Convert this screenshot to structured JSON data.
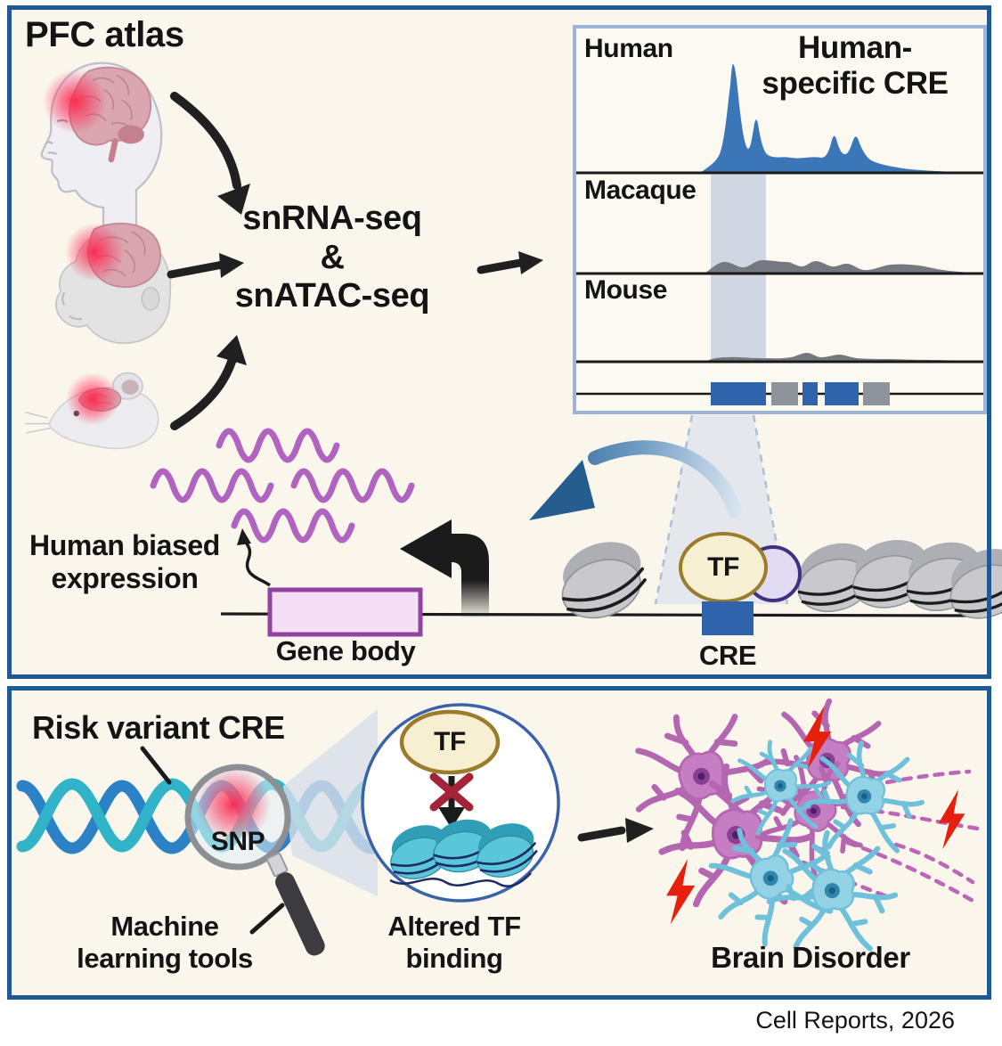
{
  "colors": {
    "panel_border": "#1d5a96",
    "panel_background": "#faf6ec",
    "browser_frame": "#9db4d6",
    "signal_blue": "#3b76b8",
    "signal_gray": "#75787e",
    "highlight_band": "#c9d3e0",
    "exon_blue": "#2f64ad",
    "exon_gray": "#8f949c",
    "rna_purple": "#b163c0",
    "gene_body_fill": "#f6dff6",
    "gene_body_border": "#9143a1",
    "tf_fill": "#f6efd2",
    "tf_border": "#9a7c2b",
    "cofactor_fill": "#e2dbf4",
    "cofactor_border": "#3f3080",
    "dna_teal": "#31b4c9",
    "dna_blue": "#2b82c6",
    "snp_glow": "#ff2d55",
    "x_mark": "#a32438",
    "lightning_red": "#e6200e",
    "neuron_purple": "#c67ec2",
    "neuron_blue": "#93d2e4"
  },
  "top_panel": {
    "title": "PFC atlas",
    "assay": {
      "line1": "snRNA-seq",
      "line2": "&",
      "line3": "snATAC-seq"
    },
    "browser": {
      "track_labels": [
        "Human",
        "Macaque",
        "Mouse"
      ],
      "annotation": {
        "line1": "Human-",
        "line2": "specific CRE"
      }
    },
    "expression_label": {
      "line1": "Human biased",
      "line2": "expression"
    },
    "gene_body_label": "Gene body",
    "tf_label": "TF",
    "cre_label": "CRE"
  },
  "bottom_panel": {
    "title": "Risk variant CRE",
    "snp_label": "SNP",
    "machine_learning_label": {
      "line1": "Machine",
      "line2": "learning tools"
    },
    "tf_label": "TF",
    "altered_binding_label": {
      "line1": "Altered TF",
      "line2": "binding"
    },
    "brain_disorder_label": "Brain Disorder"
  },
  "footer": {
    "credit": "Cell Reports, 2026"
  },
  "illustrations": [
    "human-head-brain",
    "macaque-head-brain",
    "mouse-head-brain",
    "genome-browser-tracks",
    "nucleosomes",
    "transcription-factor",
    "rna-transcripts",
    "dna-double-helix",
    "magnifying-glass",
    "neuron-network",
    "lightning-bolts"
  ]
}
